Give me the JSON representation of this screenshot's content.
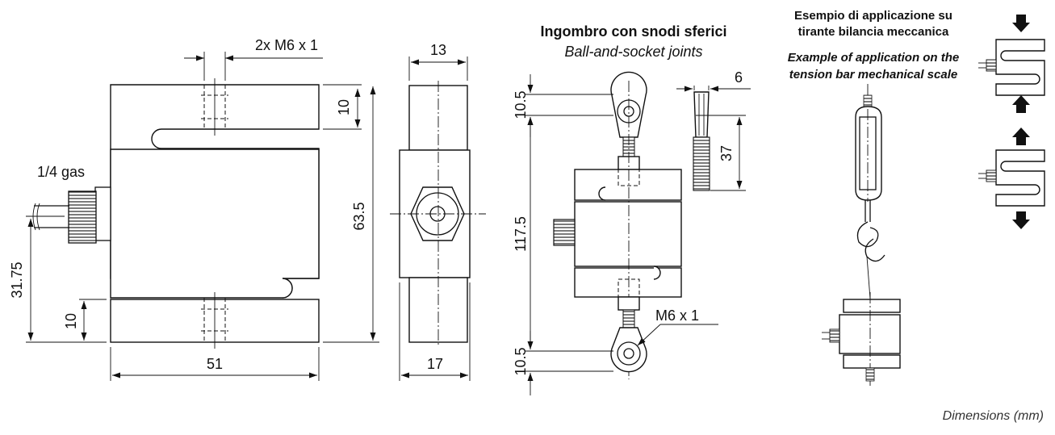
{
  "titles": {
    "joints_it": "Ingombro con snodi sferici",
    "joints_en": "Ball-and-socket joints",
    "app_it_1": "Esempio di applicazione su",
    "app_it_2": "tirante bilancia meccanica",
    "app_en_1": "Example of application on the",
    "app_en_2": "tension bar mechanical scale"
  },
  "dimensions": {
    "thread": "2x M6 x 1",
    "gas": "1/4 gas",
    "top_arm": "10",
    "bottom_arm": "10",
    "height": "63.5",
    "thread_axis": "31.75",
    "width": "51",
    "side_top": "13",
    "side_bottom": "17",
    "joint_top": "10.5",
    "joint_center": "117.5",
    "joint_bottom": "10.5",
    "joint_thread": "M6 x 1",
    "rod_width": "6",
    "rod_length": "37"
  },
  "footer": "Dimensions (mm)"
}
